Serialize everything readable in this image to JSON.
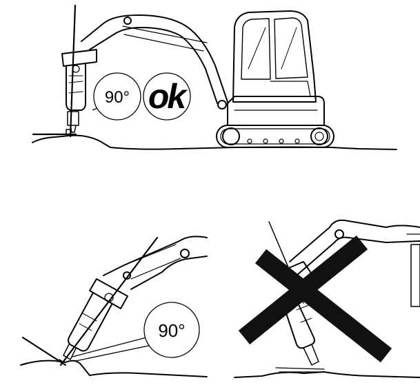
{
  "labels": {
    "angle_top": "90°",
    "ok": "ok",
    "angle_bottom": "90°"
  },
  "colors": {
    "ink": "#000000",
    "paper": "#ffffff",
    "cross": "#111111"
  },
  "icons": {
    "top_panel": "excavator-breaker-vertical",
    "bottom_left_panel": "breaker-angled-perpendicular",
    "bottom_right_panel": "breaker-angled-incorrect",
    "cross": "x-mark"
  }
}
